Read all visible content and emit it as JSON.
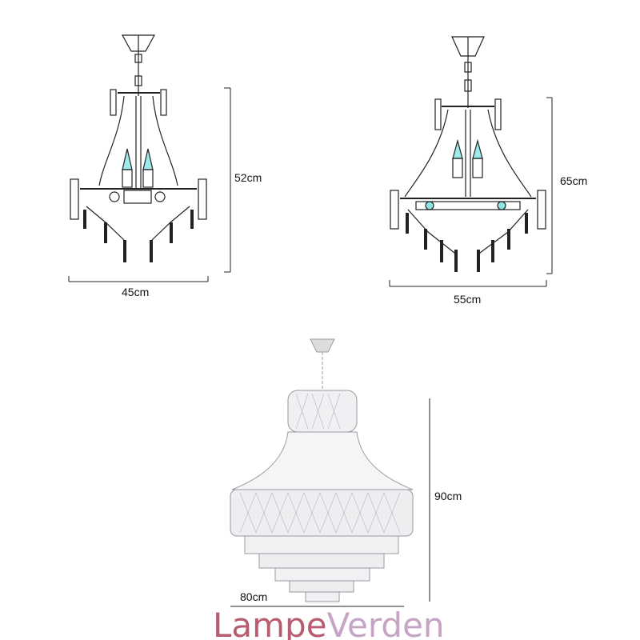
{
  "drawings": [
    {
      "height_label": "52cm",
      "width_label": "45cm"
    },
    {
      "height_label": "65cm",
      "width_label": "55cm"
    },
    {
      "height_label": "90cm",
      "width_label": "80cm"
    }
  ],
  "watermark": {
    "part1": "Lampe",
    "part2": "Verden",
    "color1": "#b85c70",
    "color2": "#c6a4c4"
  },
  "colors": {
    "line": "#222222",
    "bulb": "#3fd6d6",
    "crystal": "#9a9aa0"
  }
}
